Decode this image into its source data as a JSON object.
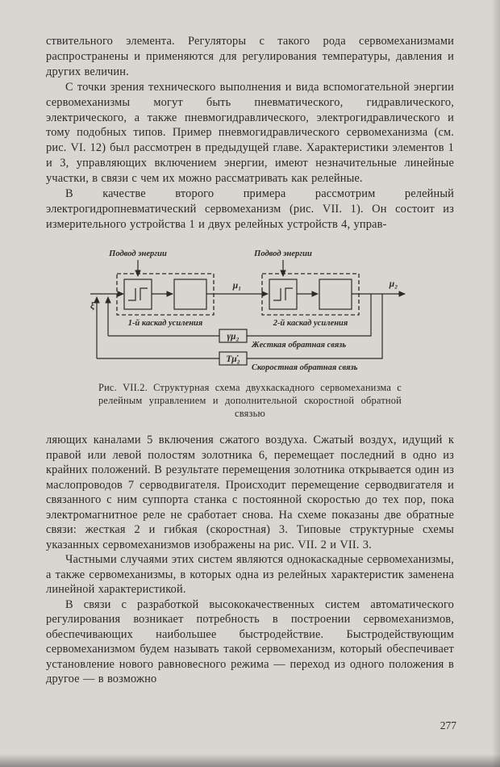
{
  "colors": {
    "page_bg": "#d8d6d1",
    "ink": "#2a2927"
  },
  "doc": {
    "page_number": "277",
    "paragraphs_top": [
      "ствительного элемента. Регуляторы с такого рода сервомеханизмами распространены и применяются для регулирования температуры, давления и других величин.",
      "С точки зрения технического выполнения и вида вспомогательной энергии сервомеханизмы могут быть пневматического, гидравлического, электрического, а также пневмогидравлического, электрогидравлического и тому подобных типов. Пример пневмогидравлического сервомеханизма (см. рис. VI. 12) был рассмотрен в предыдущей главе. Характеристики элементов 1 и 3, управляющих включением энергии, имеют незначительные линейные участки, в связи с чем их можно рассматривать как релейные.",
      "В качестве второго примера рассмотрим релейный электрогидропневматический сервомеханизм (рис. VII. 1). Он состоит из измерительного устройства 1 и двух релейных устройств 4, управ-"
    ],
    "figure": {
      "caption": "Рис. VII.2. Структурная схема двухкаскадного сервомеханизма с релейным управлением и дополнительной скоростной обратной связью",
      "labels": {
        "energy_supply_1": "Подвод энергии",
        "energy_supply_2": "Подвод энергии",
        "mu1": "μ₁",
        "mu2": "μ₂",
        "xi": "ξ",
        "cascade1": "1-й каскад усиления",
        "cascade2": "2-й каскад усиления",
        "rigid_fb_box": "γμ₂",
        "rigid_fb_label": "Жесткая обратная связь",
        "speed_fb_box": "Tμ̇₂",
        "speed_fb_label": "Скоростная обратная связь"
      }
    },
    "paragraphs_bottom": [
      "ляющих каналами 5 включения сжатого воздуха. Сжатый воздух, идущий к правой или левой полостям золотника 6, перемещает последний в одно из крайних положений. В результате перемещения золотника открывается один из маслопроводов 7 серводвигателя. Происходит перемещение серводвигателя и связанного с ним суппорта станка с постоянной скоростью до тех пор, пока электромагнитное реле не сработает снова. На схеме показаны две обратные связи: жесткая 2 и гибкая (скоростная) 3. Типовые структурные схемы указанных сервомеханизмов изображены на рис. VII. 2 и VII. 3.",
      "Частными случаями этих систем являются однокаскадные сервомеханизмы, а также сервомеханизмы, в которых одна из релейных характеристик заменена линейной характеристикой.",
      "В связи с разработкой высококачественных систем автоматического регулирования возникает потребность в построении сервомеханизмов, обеспечивающих наибольшее быстродействие. Быстродействующим сервомеханизмом будем называть такой сервомеханизм, который обеспечивает установление нового равновесного режима — переход из одного положения в другое — в возможно"
    ]
  }
}
